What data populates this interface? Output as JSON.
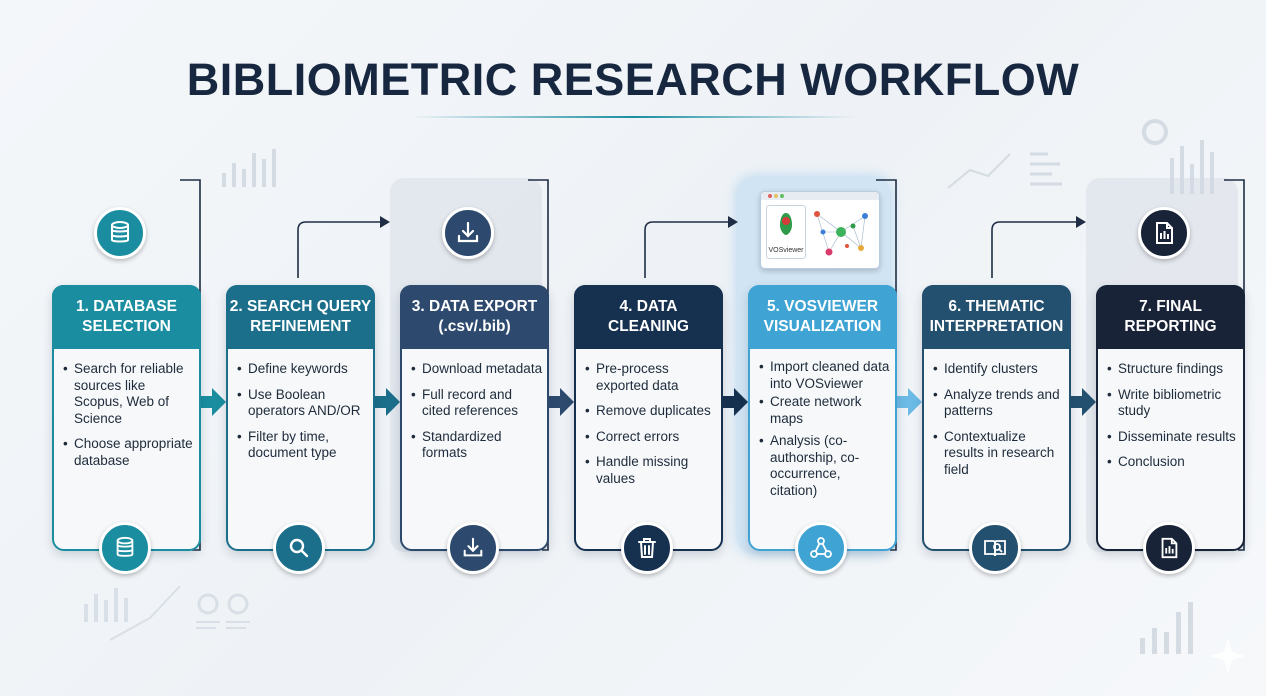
{
  "title": "BIBLIOMETRIC RESEARCH WORKFLOW",
  "colors": {
    "title": "#17273f",
    "step1": "#1a8ea0",
    "step2": "#1b6f8a",
    "step3": "#2d4a6e",
    "step4": "#16304f",
    "step5": "#3fa3d4",
    "step6": "#24506f",
    "step7": "#182338"
  },
  "vosviewer_logo_text": "VOSviewer",
  "steps": [
    {
      "title_line1": "1. DATABASE",
      "title_line2": "SELECTION",
      "bullets": [
        "Search for reliable sources like Scopus, Web of Science",
        "Choose appropriate database"
      ],
      "top_icon": "database-icon",
      "bottom_icon": "database-icon"
    },
    {
      "title_line1": "2. SEARCH QUERY",
      "title_line2": "REFINEMENT",
      "bullets": [
        "Define keywords",
        "Use Boolean operators AND/OR",
        "Filter by time, document type"
      ],
      "bottom_icon": "magnifier-icon"
    },
    {
      "title_line1": "3. DATA EXPORT",
      "title_line2": "(.csv/.bib)",
      "bullets": [
        "Download metadata",
        "Full record and cited references",
        "Standardized formats"
      ],
      "top_icon": "download-icon",
      "bottom_icon": "download-icon"
    },
    {
      "title_line1": "4. DATA",
      "title_line2": "CLEANING",
      "bullets": [
        "Pre-process exported data",
        "Remove duplicates",
        "Correct errors",
        "Handle missing values"
      ],
      "bottom_icon": "trash-icon"
    },
    {
      "title_line1": "5. VOSVIEWER",
      "title_line2": "VISUALIZATION",
      "bullets": [
        "Import cleaned data into VOSviewer",
        "Create network maps",
        "Analysis (co-authorship, co-occurrence, citation)"
      ],
      "bottom_icon": "network-icon"
    },
    {
      "title_line1": "6. THEMATIC",
      "title_line2": "INTERPRETATION",
      "bullets": [
        "Identify clusters",
        "Analyze trends and patterns",
        "Contextualize results in research field"
      ],
      "bottom_icon": "book-search-icon"
    },
    {
      "title_line1": "7. FINAL",
      "title_line2": "REPORTING",
      "bullets": [
        "Structure findings",
        "Write bibliometric study",
        "Disseminate results",
        "Conclusion"
      ],
      "top_icon": "report-icon",
      "bottom_icon": "report-icon"
    }
  ]
}
